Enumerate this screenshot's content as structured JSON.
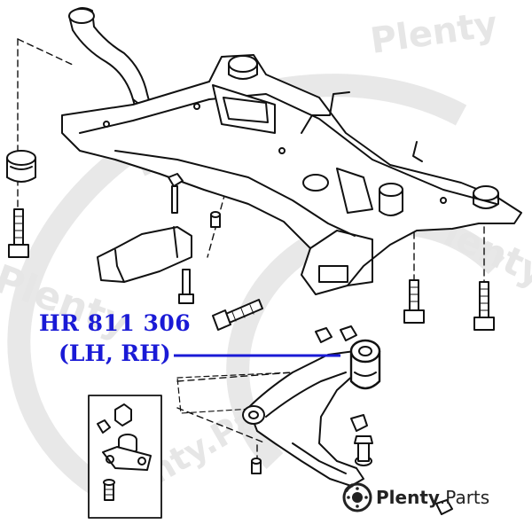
{
  "callout": {
    "part_number": "HR 811 306",
    "side": "(LH, RH)"
  },
  "brand": {
    "name": "Plenty",
    "suffix": ".Parts"
  },
  "watermark": {
    "text": "Plenty.Parts",
    "text_short": "Plenty",
    "text_parts": "Parts"
  },
  "colors": {
    "callout": "#1a1ad6",
    "line_art": "#111111",
    "watermark": "#e3e3e3",
    "brand_text": "#222222"
  },
  "icons": {
    "brand_logo": "brake-disc-icon"
  }
}
